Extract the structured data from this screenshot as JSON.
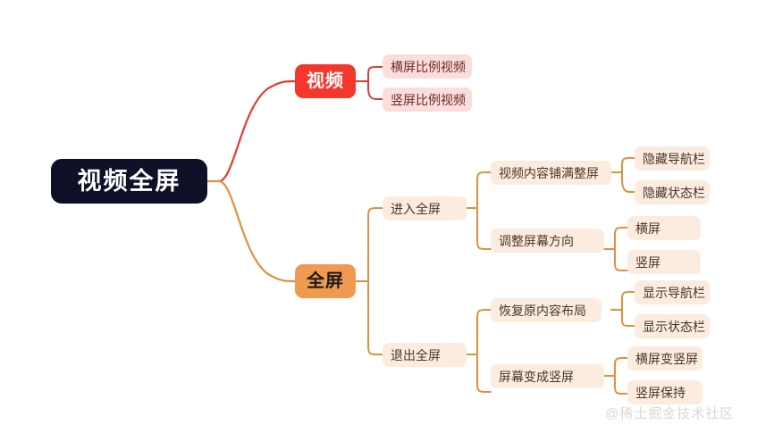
{
  "diagram": {
    "type": "mind-map",
    "title": "视频全屏",
    "background_color": "#ffffff",
    "watermark": "@稀土掘金技术社区",
    "colors": {
      "root_bg": "#0d1027",
      "root_text": "#ffffff",
      "video_bg": "#f4372c",
      "video_text": "#ffffff",
      "fullscreen_bg": "#ef9a4e",
      "fullscreen_text": "#1b1b1b",
      "pink_bg": "#fbdddb",
      "pink_text": "#6b2a25",
      "peach_bg": "#fcece0",
      "peach_text": "#4a3526",
      "edge_red": "#e23b32",
      "edge_orange": "#e0913f",
      "watermark_text": "#ded7cf"
    }
  },
  "nodes": {
    "root": {
      "label": "视频全屏"
    },
    "video": {
      "label": "视频",
      "children": [
        {
          "label": "横屏比例视频"
        },
        {
          "label": "竖屏比例视频"
        }
      ]
    },
    "fullscreen": {
      "label": "全屏",
      "children": [
        {
          "label": "进入全屏",
          "children": [
            {
              "label": "视频内容铺满整屏",
              "children": [
                {
                  "label": "隐藏导航栏"
                },
                {
                  "label": "隐藏状态栏"
                }
              ]
            },
            {
              "label": "调整屏幕方向",
              "children": [
                {
                  "label": "横屏"
                },
                {
                  "label": "竖屏"
                }
              ]
            }
          ]
        },
        {
          "label": "退出全屏",
          "children": [
            {
              "label": "恢复原内容布局",
              "children": [
                {
                  "label": "显示导航栏"
                },
                {
                  "label": "显示状态栏"
                }
              ]
            },
            {
              "label": "屏幕变成竖屏",
              "children": [
                {
                  "label": "横屏变竖屏"
                },
                {
                  "label": "竖屏保持"
                }
              ]
            }
          ]
        }
      ]
    }
  }
}
